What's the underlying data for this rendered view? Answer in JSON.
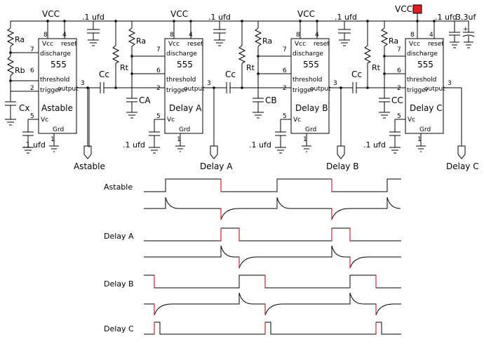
{
  "labels": {
    "vcc": "VCC",
    "cap_01": ".1 ufd",
    "cap_33": "3.3uf",
    "ra": "Ra",
    "rb": "Rb",
    "rt": "Rt",
    "cc": "Cc",
    "cx": "Cx",
    "ca": "CA",
    "cb": "CB",
    "cc_cap": "CC",
    "pin_vcc": "Vcc",
    "pin_reset": "reset",
    "pin_discharge": "discharge",
    "pin_threshold": "threshold",
    "pin_trigger": "trigger",
    "pin_output": "output",
    "pin_vc": "Vc",
    "pin_gnd": "Grd",
    "chip": "555",
    "n1": "1",
    "n2": "2",
    "n3": "3",
    "n4": "4",
    "n5": "5",
    "n6": "6",
    "n7": "7",
    "n8": "8"
  },
  "stages": [
    {
      "name": "Astable",
      "output_label": "Astable"
    },
    {
      "name": "Delay A",
      "output_label": "Delay A"
    },
    {
      "name": "Delay B",
      "output_label": "Delay B"
    },
    {
      "name": "Delay C",
      "output_label": "Delay C"
    }
  ],
  "timing_labels": [
    "Astable",
    "Delay A",
    "Delay B",
    "Delay C"
  ],
  "colors": {
    "wire": "#000000",
    "edge_highlight": "#e02020",
    "vcc_marker": "#e02020"
  }
}
